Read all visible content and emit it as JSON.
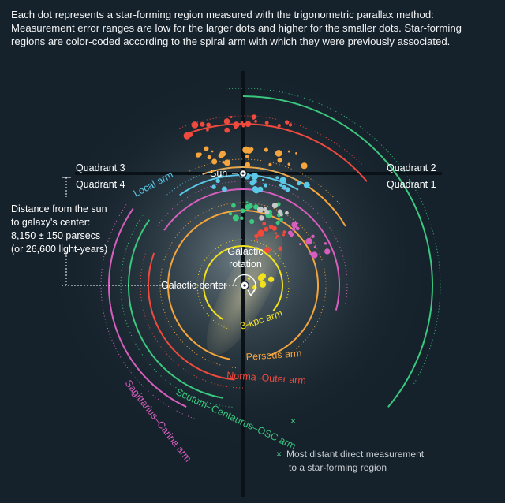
{
  "caption": "Each dot represents a star-forming region measured with the trigonometric parallax method: Measurement error ranges are low for the larger dots and higher for the smaller dots. Star-forming regions are color-coded according to the spiral arm with which they were previously associated.",
  "quadrants": {
    "q1": "Quadrant 1",
    "q2": "Quadrant 2",
    "q3": "Quadrant 3",
    "q4": "Quadrant 4"
  },
  "labels": {
    "sun": "Sun",
    "local_arm": "Local arm",
    "galactic_rotation_line1": "Galactic",
    "galactic_rotation_line2": "rotation",
    "galactic_center": "Galactic center"
  },
  "distance_note": {
    "line1": "Distance from the sun",
    "line2": "to galaxy's center:",
    "line3": "8,150 ± 150 parsecs",
    "line4": "(or 26,600 light-years)"
  },
  "arms": [
    {
      "name": "3-kpc arm",
      "color": "#f2e21d"
    },
    {
      "name": "Perseus arm",
      "color": "#f6a43c"
    },
    {
      "name": "Norma–Outer arm",
      "color": "#ef4a3d"
    },
    {
      "name": "Scutum–Centaurus–OSC arm",
      "color": "#3ac77e"
    },
    {
      "name": "Sagittarius–Carina arm",
      "color": "#d65fbe"
    },
    {
      "name": "Local arm",
      "color": "#5cc8e8"
    }
  ],
  "arm_labels": {
    "three_kpc": "3-kpc arm",
    "perseus": "Perseus arm",
    "norma_outer": "Norma–Outer arm",
    "scutum": "Scutum–Centaurus–OSC arm",
    "sagittarius": "Sagittarius–Carina arm"
  },
  "legend": {
    "marker": "×",
    "line1": "Most distant direct measurement",
    "line2": "to a star-forming region"
  }
}
